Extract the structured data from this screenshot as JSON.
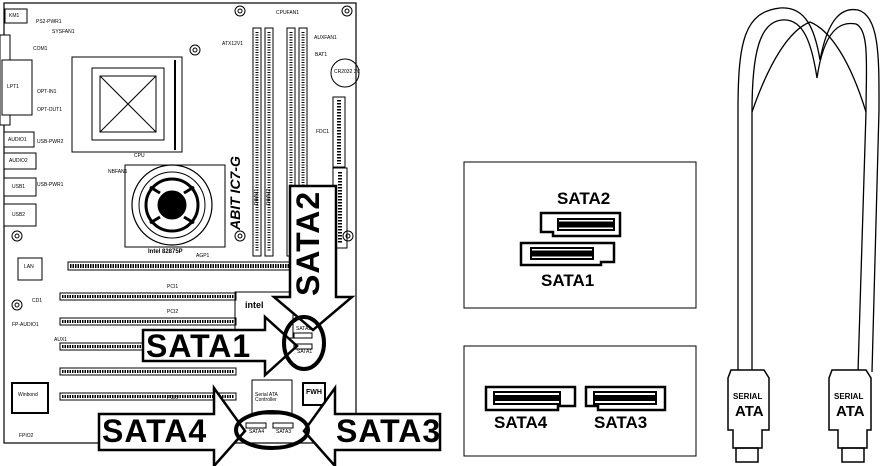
{
  "board": {
    "model": "IC7-G",
    "brand": "ABIT",
    "labels": {
      "km": "KM1",
      "ps2pwr": "PS2-PWR1",
      "sysfan": "SYSFAN1",
      "com": "COM1",
      "lpt": "LPT1",
      "optin": "OPT-IN1",
      "optout": "OPT-OUT1",
      "audio1": "AUDIO1",
      "audio2": "AUDIO2",
      "usbpwr2": "USB-PWR2",
      "usb1": "USB1",
      "usbpwr1": "USB-PWR1",
      "usb2": "USB2",
      "lan": "LAN",
      "cd": "CD1",
      "fpaudio": "FP-AUDIO1",
      "aux": "AUX1",
      "winbond": "Winbond",
      "fpio": "FPIO2",
      "cpu": "CPU",
      "nbfan": "NBFAN1",
      "northbridge": "Intel 82875P",
      "agp": "AGP1",
      "pci1": "PCI1",
      "pci2": "PCI2",
      "pci5": "PCI5",
      "cpufan": "CPUFAN1",
      "atx12v": "ATX12V1",
      "auxfan": "AUXFAN1",
      "bat": "BAT1",
      "battery": "CR2032 3V",
      "fdc": "FDC1",
      "dimm1": "DIMM1",
      "dimm2": "DIMM2",
      "intel_fw": "intel",
      "fw_hub": "FWH",
      "sata_ctrl": "Serial ATA Controller",
      "sata1_small": "SATA1",
      "sata2_small": "SATA2",
      "sata3_small": "SATA3",
      "sata4_small": "SATA4"
    }
  },
  "callouts": {
    "sata1": "SATA1",
    "sata2": "SATA2",
    "sata3": "SATA3",
    "sata4": "SATA4"
  },
  "panel_top": {
    "top_label": "SATA2",
    "bottom_label": "SATA1"
  },
  "panel_bottom": {
    "left_label": "SATA4",
    "right_label": "SATA3"
  },
  "cable": {
    "plug_left_line1": "SERIAL",
    "plug_left_line2": "ATA",
    "plug_right_line1": "SERIAL",
    "plug_right_line2": "ATA"
  }
}
